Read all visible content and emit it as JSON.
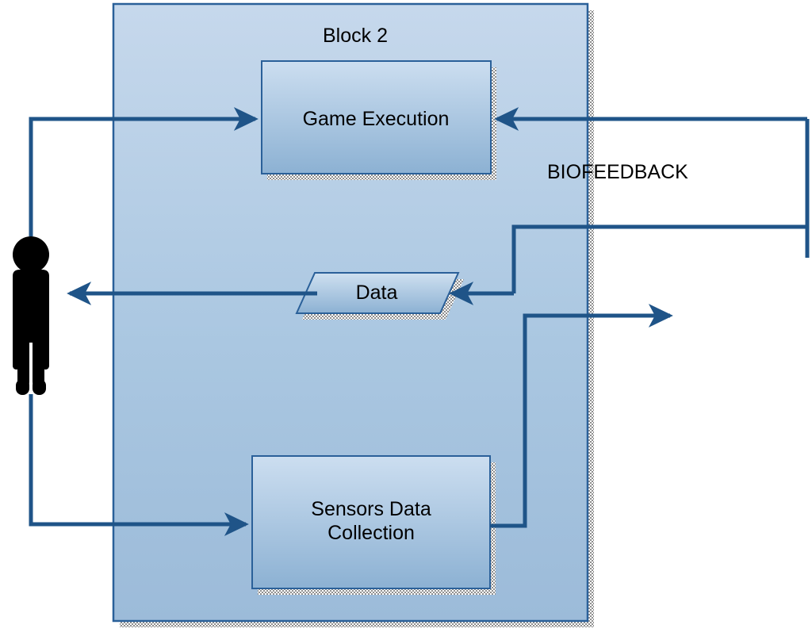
{
  "diagram": {
    "title": "Block 2",
    "type": "flow-diagram",
    "container": {
      "label": "Block 2",
      "fill_top": "#c3d5ea",
      "fill_bottom": "#9cbbd9",
      "border": "#2a6099"
    },
    "nodes": [
      {
        "id": "game-execution",
        "label": "Game Execution",
        "shape": "rectangle",
        "fill_top": "#cddfef",
        "fill_bottom": "#8fb3d4",
        "border": "#2a6099"
      },
      {
        "id": "data",
        "label": "Data",
        "shape": "parallelogram",
        "fill_top": "#cddfef",
        "fill_bottom": "#8fb3d4",
        "border": "#2a6099"
      },
      {
        "id": "sensors-data-collection",
        "label": "Sensors Data\nCollection",
        "shape": "rectangle",
        "fill_top": "#cddfef",
        "fill_bottom": "#8fb3d4",
        "border": "#2a6099"
      },
      {
        "id": "person",
        "label": "",
        "shape": "person-pictogram",
        "fill": "#000000"
      }
    ],
    "annotations": [
      {
        "id": "biofeedback",
        "label": "BIOFEEDBACK"
      }
    ],
    "connector_color": "#1f5488",
    "connectors": [
      {
        "id": "person-to-game-execution",
        "from": "person",
        "to": "game-execution",
        "arrow": "to"
      },
      {
        "id": "biofeedback-to-game-execution",
        "from": "external-right",
        "to": "game-execution",
        "arrow": "to"
      },
      {
        "id": "data-to-person",
        "from": "data",
        "to": "person",
        "arrow": "to"
      },
      {
        "id": "biofeedback-to-data",
        "from": "external-right",
        "to": "data",
        "arrow": "to"
      },
      {
        "id": "person-to-sensors",
        "from": "person",
        "to": "sensors-data-collection",
        "arrow": "to"
      },
      {
        "id": "sensors-to-external",
        "from": "sensors-data-collection",
        "to": "external-right",
        "arrow": "to"
      }
    ]
  }
}
